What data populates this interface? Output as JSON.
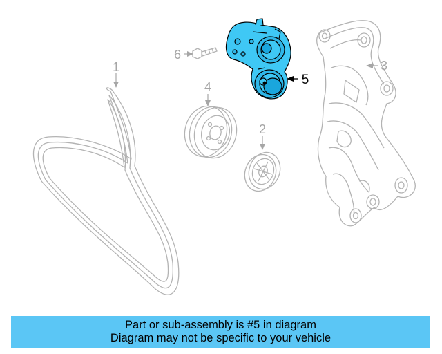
{
  "diagram": {
    "callouts": {
      "c1": "1",
      "c2": "2",
      "c3": "3",
      "c4": "4",
      "c5": "5",
      "c6": "6"
    },
    "highlighted_part": "5",
    "colors": {
      "outline": "#b3b3b3",
      "highlight_fill": "#3fc8f5",
      "highlight_stroke": "#000000",
      "banner_bg": "#5bc6f5"
    }
  },
  "banner": {
    "line1": "Part or sub-assembly is #5 in diagram",
    "line2": "Diagram may not be specific to your vehicle"
  }
}
